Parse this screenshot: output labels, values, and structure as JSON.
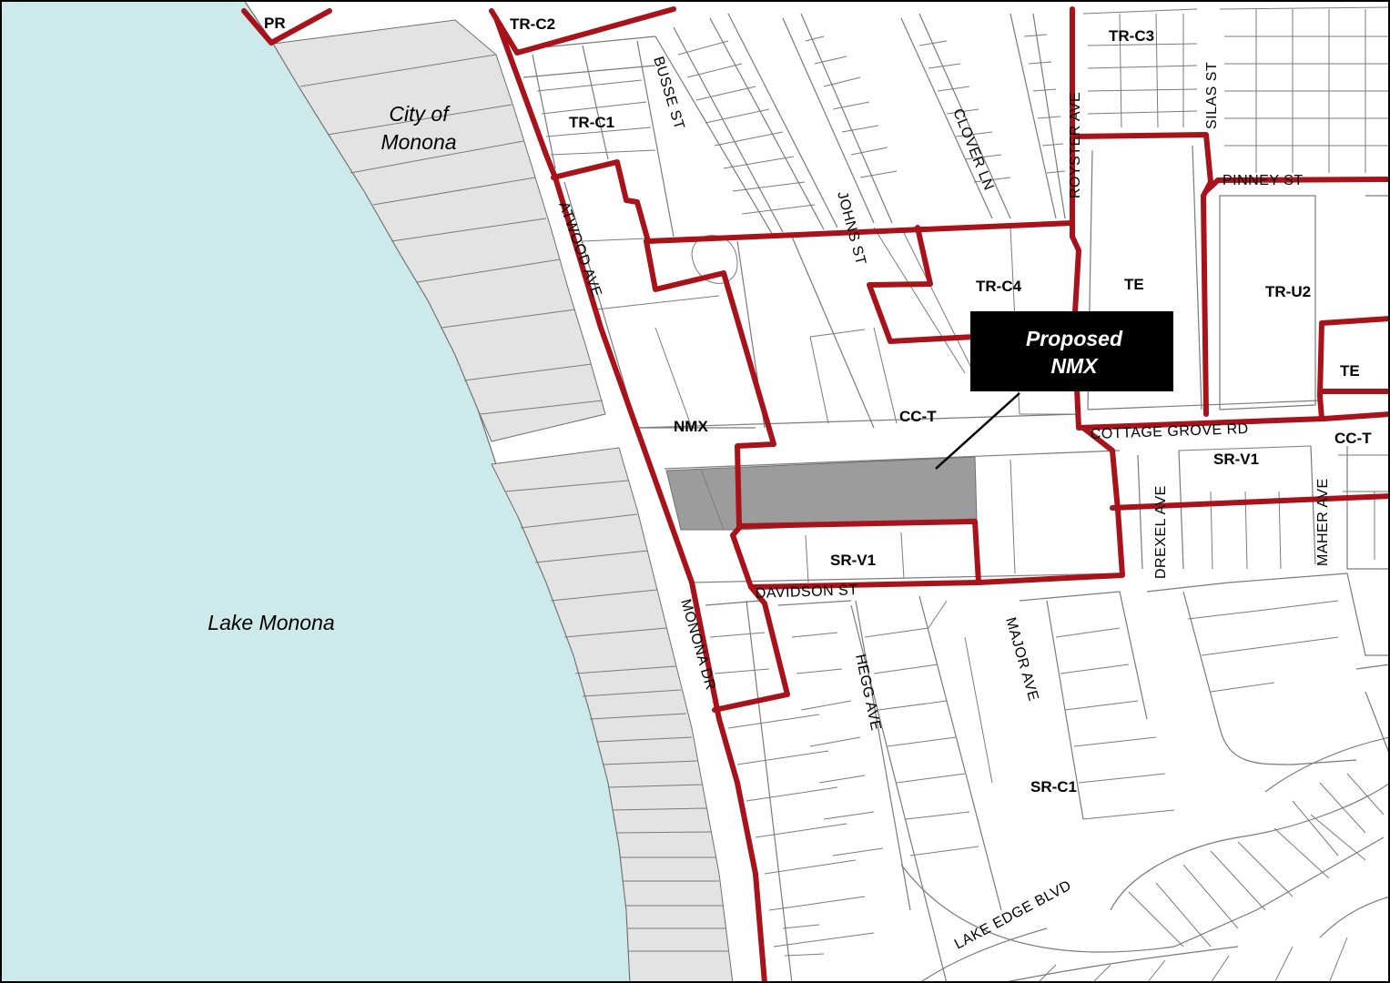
{
  "map": {
    "colors": {
      "water": "#cdeaea",
      "zoning_boundary": "#a8121a",
      "monona_parcels": "#e3e3e3",
      "proposed_site": "#9c9c9c",
      "callout_box": "#000000"
    },
    "places": {
      "lake": "Lake Monona",
      "city_line1": "City of",
      "city_line2": "Monona"
    },
    "callout": {
      "line1": "Proposed",
      "line2": "NMX"
    },
    "zones": {
      "pr": "PR",
      "tr_c2": "TR-C2",
      "tr_c3": "TR-C3",
      "tr_c1": "TR-C1",
      "tr_c4": "TR-C4",
      "te_1": "TE",
      "tr_u2": "TR-U2",
      "te_2": "TE",
      "nmx": "NMX",
      "cc_t_1": "CC-T",
      "cc_t_2": "CC-T",
      "sr_v1_1": "SR-V1",
      "sr_v1_2": "SR-V1",
      "sr_c1": "SR-C1"
    },
    "streets": {
      "busse": "BUSSE ST",
      "clover": "CLOVER LN",
      "johns": "JOHNS ST",
      "royster": "ROYSTER AVE",
      "silas": "SILAS ST",
      "pinney": "PINNEY ST",
      "atwood": "ATWOOD AVE",
      "cottage_grove": "COTTAGE GROVE RD",
      "drexel": "DREXEL AVE",
      "maher": "MAHER AVE",
      "davidson": "DAVIDSON ST",
      "monona_dr": "MONONA DR",
      "hegg": "HEGG AVE",
      "major": "MAJOR AVE",
      "lake_edge": "LAKE EDGE BLVD"
    }
  }
}
